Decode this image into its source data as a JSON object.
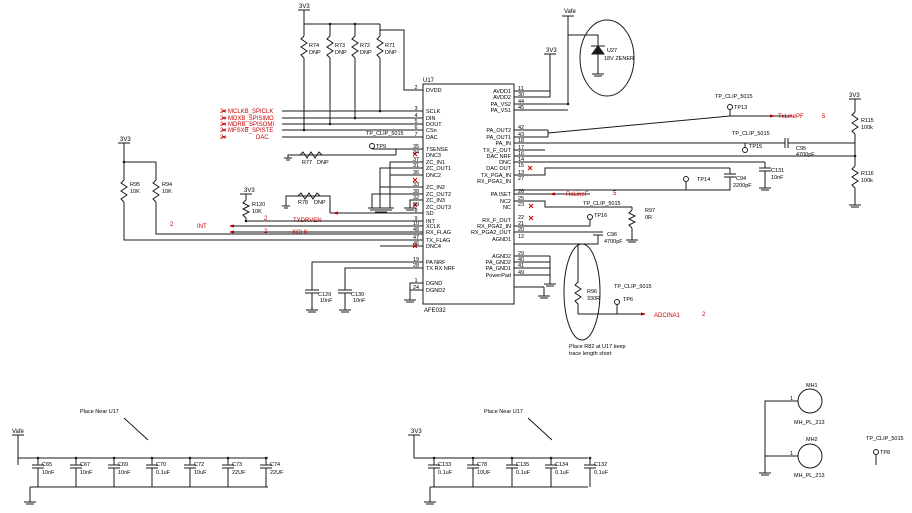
{
  "ic": {
    "ref": "U17",
    "part": "AFE032",
    "left_pins": [
      {
        "num": "2",
        "name": "DVDD"
      },
      {
        "num": "3",
        "name": "SCLK"
      },
      {
        "num": "4",
        "name": "DIN"
      },
      {
        "num": "5",
        "name": "DOUT"
      },
      {
        "num": "6",
        "name": "CSn"
      },
      {
        "num": "7",
        "name": "DAC"
      },
      {
        "num": "35",
        "name": "TSENSE"
      },
      {
        "num": "34",
        "name": "DNC3"
      },
      {
        "num": "37",
        "name": "ZC_IN1"
      },
      {
        "num": "31",
        "name": "ZC_OUT1"
      },
      {
        "num": "36",
        "name": "DNC2"
      },
      {
        "num": "33",
        "name": "ZC_IN2"
      },
      {
        "num": "38",
        "name": "ZC_OUT2"
      },
      {
        "num": "32",
        "name": "ZC_IN3"
      },
      {
        "num": "39",
        "name": "ZC_OUT3"
      },
      {
        "num": "8",
        "name": "SD"
      },
      {
        "num": "9",
        "name": "INT"
      },
      {
        "num": "10",
        "name": "XCLK"
      },
      {
        "num": "48",
        "name": "RX_FLAG"
      },
      {
        "num": "47",
        "name": "TX_FLAG"
      },
      {
        "num": "46",
        "name": "DNC4"
      },
      {
        "num": "19",
        "name": "PA NRF"
      },
      {
        "num": "28",
        "name": "TX RX NRF"
      },
      {
        "num": "1",
        "name": "DGND"
      },
      {
        "num": "24",
        "name": "DGND2"
      }
    ],
    "right_pins": [
      {
        "num": "11",
        "name": "AVDD1"
      },
      {
        "num": "30",
        "name": "AVDD2"
      },
      {
        "num": "44",
        "name": "PA_VS2"
      },
      {
        "num": "45",
        "name": "PA_VS1"
      },
      {
        "num": "42",
        "name": "PA_OUT2"
      },
      {
        "num": "43",
        "name": "PA_OUT1"
      },
      {
        "num": "18",
        "name": "PA_IN"
      },
      {
        "num": "17",
        "name": "TX_F_OUT"
      },
      {
        "num": "16",
        "name": "DAC NRF"
      },
      {
        "num": "14",
        "name": "DNC"
      },
      {
        "num": "15",
        "name": "DAC OUT"
      },
      {
        "num": "13",
        "name": "TX_PGA_IN"
      },
      {
        "num": "27",
        "name": "RX_PGA1_IN"
      },
      {
        "num": "26",
        "name": "PA ISET"
      },
      {
        "num": "25",
        "name": "NC2"
      },
      {
        "num": "23",
        "name": "NC"
      },
      {
        "num": "22",
        "name": "RX_F_OUT"
      },
      {
        "num": "21",
        "name": "RX_PGA2_IN"
      },
      {
        "num": "20",
        "name": "RX_PGA2_OUT"
      },
      {
        "num": "12",
        "name": "AGND1"
      },
      {
        "num": "29",
        "name": "AGND2"
      },
      {
        "num": "40",
        "name": "PA_GND2"
      },
      {
        "num": "41",
        "name": "PA_GND1"
      },
      {
        "num": "49",
        "name": "PowerPad"
      }
    ]
  },
  "power": {
    "v3": "3V3",
    "vafe": "Vafe"
  },
  "spi_nets": [
    "MCLKB_SPICLK",
    "MDXB_SPISIMO",
    "MDRB_SPISOMI",
    "MFSXB_SPISTE",
    "DAC"
  ],
  "spi_sheet": "2",
  "pullups": [
    {
      "ref": "R74",
      "value": "DNP"
    },
    {
      "ref": "R73",
      "value": "DNP"
    },
    {
      "ref": "R72",
      "value": "DNP"
    },
    {
      "ref": "R71",
      "value": "DNP"
    }
  ],
  "zener": {
    "ref": "U27",
    "value": "18V ZENER"
  },
  "resistors": {
    "r77": {
      "ref": "R77",
      "value": "DNP"
    },
    "r78": {
      "ref": "R78",
      "value": "DNP"
    },
    "r95": {
      "ref": "R95",
      "value": "10K"
    },
    "r94": {
      "ref": "R94",
      "value": "10K"
    },
    "r120": {
      "ref": "R120",
      "value": "10K"
    },
    "r115": {
      "ref": "R115",
      "value": "100k"
    },
    "r116": {
      "ref": "R116",
      "value": "100k"
    },
    "r97": {
      "ref": "R97",
      "value": "0R"
    },
    "r96": {
      "ref": "R96",
      "value": "330R"
    }
  },
  "caps": {
    "c95": {
      "ref": "C95",
      "value": "4700pF"
    },
    "c131": {
      "ref": "C131",
      "value": "10nF"
    },
    "c94": {
      "ref": "C94",
      "value": "2200pF"
    },
    "c96": {
      "ref": "C96",
      "value": "4700pF"
    },
    "c129": {
      "ref": "C129",
      "value": "10nF"
    },
    "c130": {
      "ref": "C130",
      "value": "10nF"
    }
  },
  "testpoints": {
    "clip": "TP_CLIP_5015",
    "tp13": "TP13",
    "tp15": "TP15",
    "tp14": "TP14",
    "tp16": "TP16",
    "tp9": "TP9",
    "tp8": "TP8",
    "tp6": "TP6"
  },
  "nets": {
    "txlinepf": "TxLinePF",
    "txlinepf_sheet": "5",
    "rxlinef": "RxLineF",
    "rxlinef_sheet": "5",
    "int": "INT",
    "int_sheet": "2",
    "xclk": "XCLK",
    "xclk_sheet": "2",
    "txdrven": "TXDRVEN",
    "txdrven_sheet": "2",
    "adcina1": "ADCINA1",
    "adcina1_sheet": "2"
  },
  "notes": {
    "place_near": "Place Near U17",
    "r82_line1": "Place R82 at U17 keep",
    "r82_line2": "trace length short"
  },
  "decoupling_vafe": [
    {
      "ref": "C65",
      "value": "10nF"
    },
    {
      "ref": "C67",
      "value": "10nF"
    },
    {
      "ref": "C69",
      "value": "10nF"
    },
    {
      "ref": "C70",
      "value": "0.1uF"
    },
    {
      "ref": "C72",
      "value": "10uF"
    },
    {
      "ref": "C73",
      "value": "22UF"
    },
    {
      "ref": "C74",
      "value": "22UF"
    }
  ],
  "decoupling_3v3": [
    {
      "ref": "C133",
      "value": "0.1uF"
    },
    {
      "ref": "C78",
      "value": "10UF"
    },
    {
      "ref": "C135",
      "value": "0.1uF"
    },
    {
      "ref": "C134",
      "value": "0.1uF"
    },
    {
      "ref": "C132",
      "value": "0.1uF"
    }
  ],
  "mounting": [
    {
      "ref": "MH1",
      "part": "MH_PL_213",
      "pin": "1"
    },
    {
      "ref": "MH2",
      "part": "MH_PL_213",
      "pin": "1"
    }
  ]
}
